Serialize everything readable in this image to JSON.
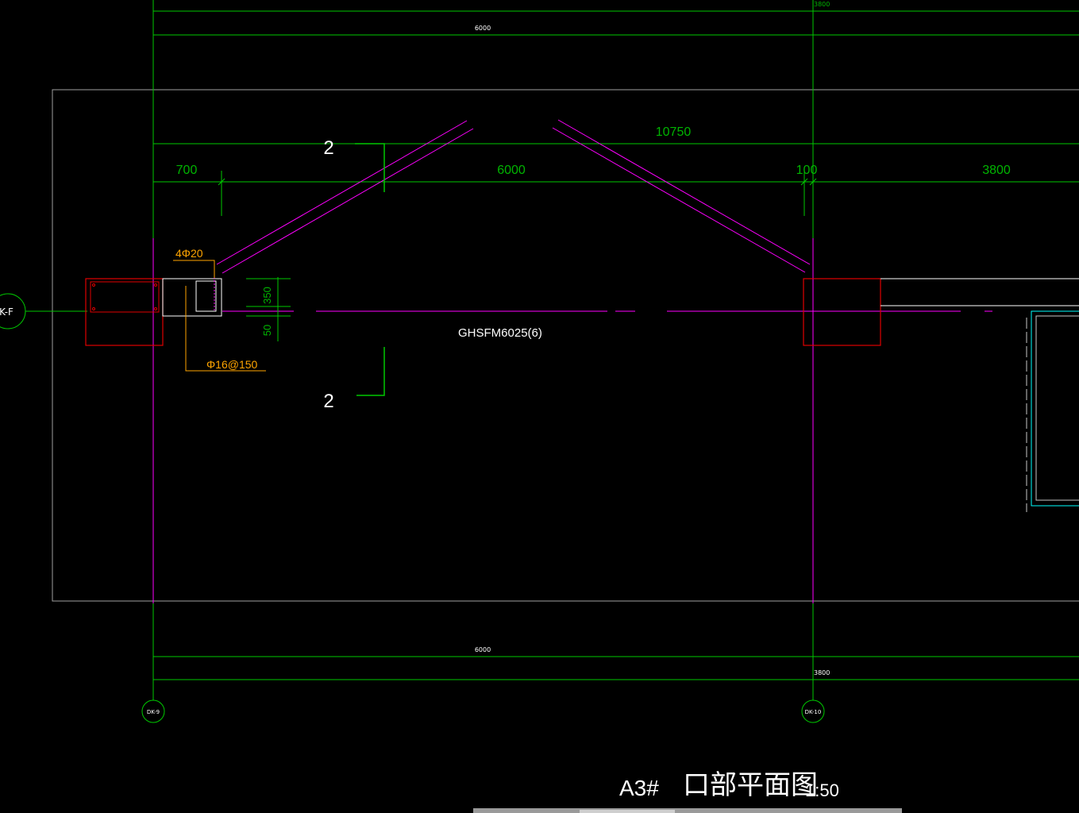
{
  "drawing": {
    "title_prefix": "A3#",
    "title": "口部平面图",
    "scale": "1:50"
  },
  "axes": {
    "left_row_label": "K-F",
    "bottom_left_label": "DK-9",
    "bottom_right_label": "DK-10"
  },
  "dimensions": {
    "top_small_3800": "3800",
    "top_6000": "6000",
    "overall_10750": "10750",
    "seg_700": "700",
    "seg_6000": "6000",
    "seg_100": "100",
    "seg_3800": "3800",
    "vert_350": "350",
    "vert_50": "50",
    "bottom_6000": "6000",
    "bottom_3800": "3800"
  },
  "annotations": {
    "rebar_top": "4Φ20",
    "rebar_stirrup": "Φ16@150",
    "door_code": "GHSFM6025(6)",
    "section_mark_top": "2",
    "section_mark_bottom": "2"
  },
  "colors": {
    "axis_green": "#00c800",
    "dim_text": "#00b400",
    "magenta": "#ff00ff",
    "red": "#e00000",
    "orange": "#ffa500",
    "white": "#ffffff",
    "cyan": "#00ffff",
    "gray": "#a0a0a0"
  }
}
